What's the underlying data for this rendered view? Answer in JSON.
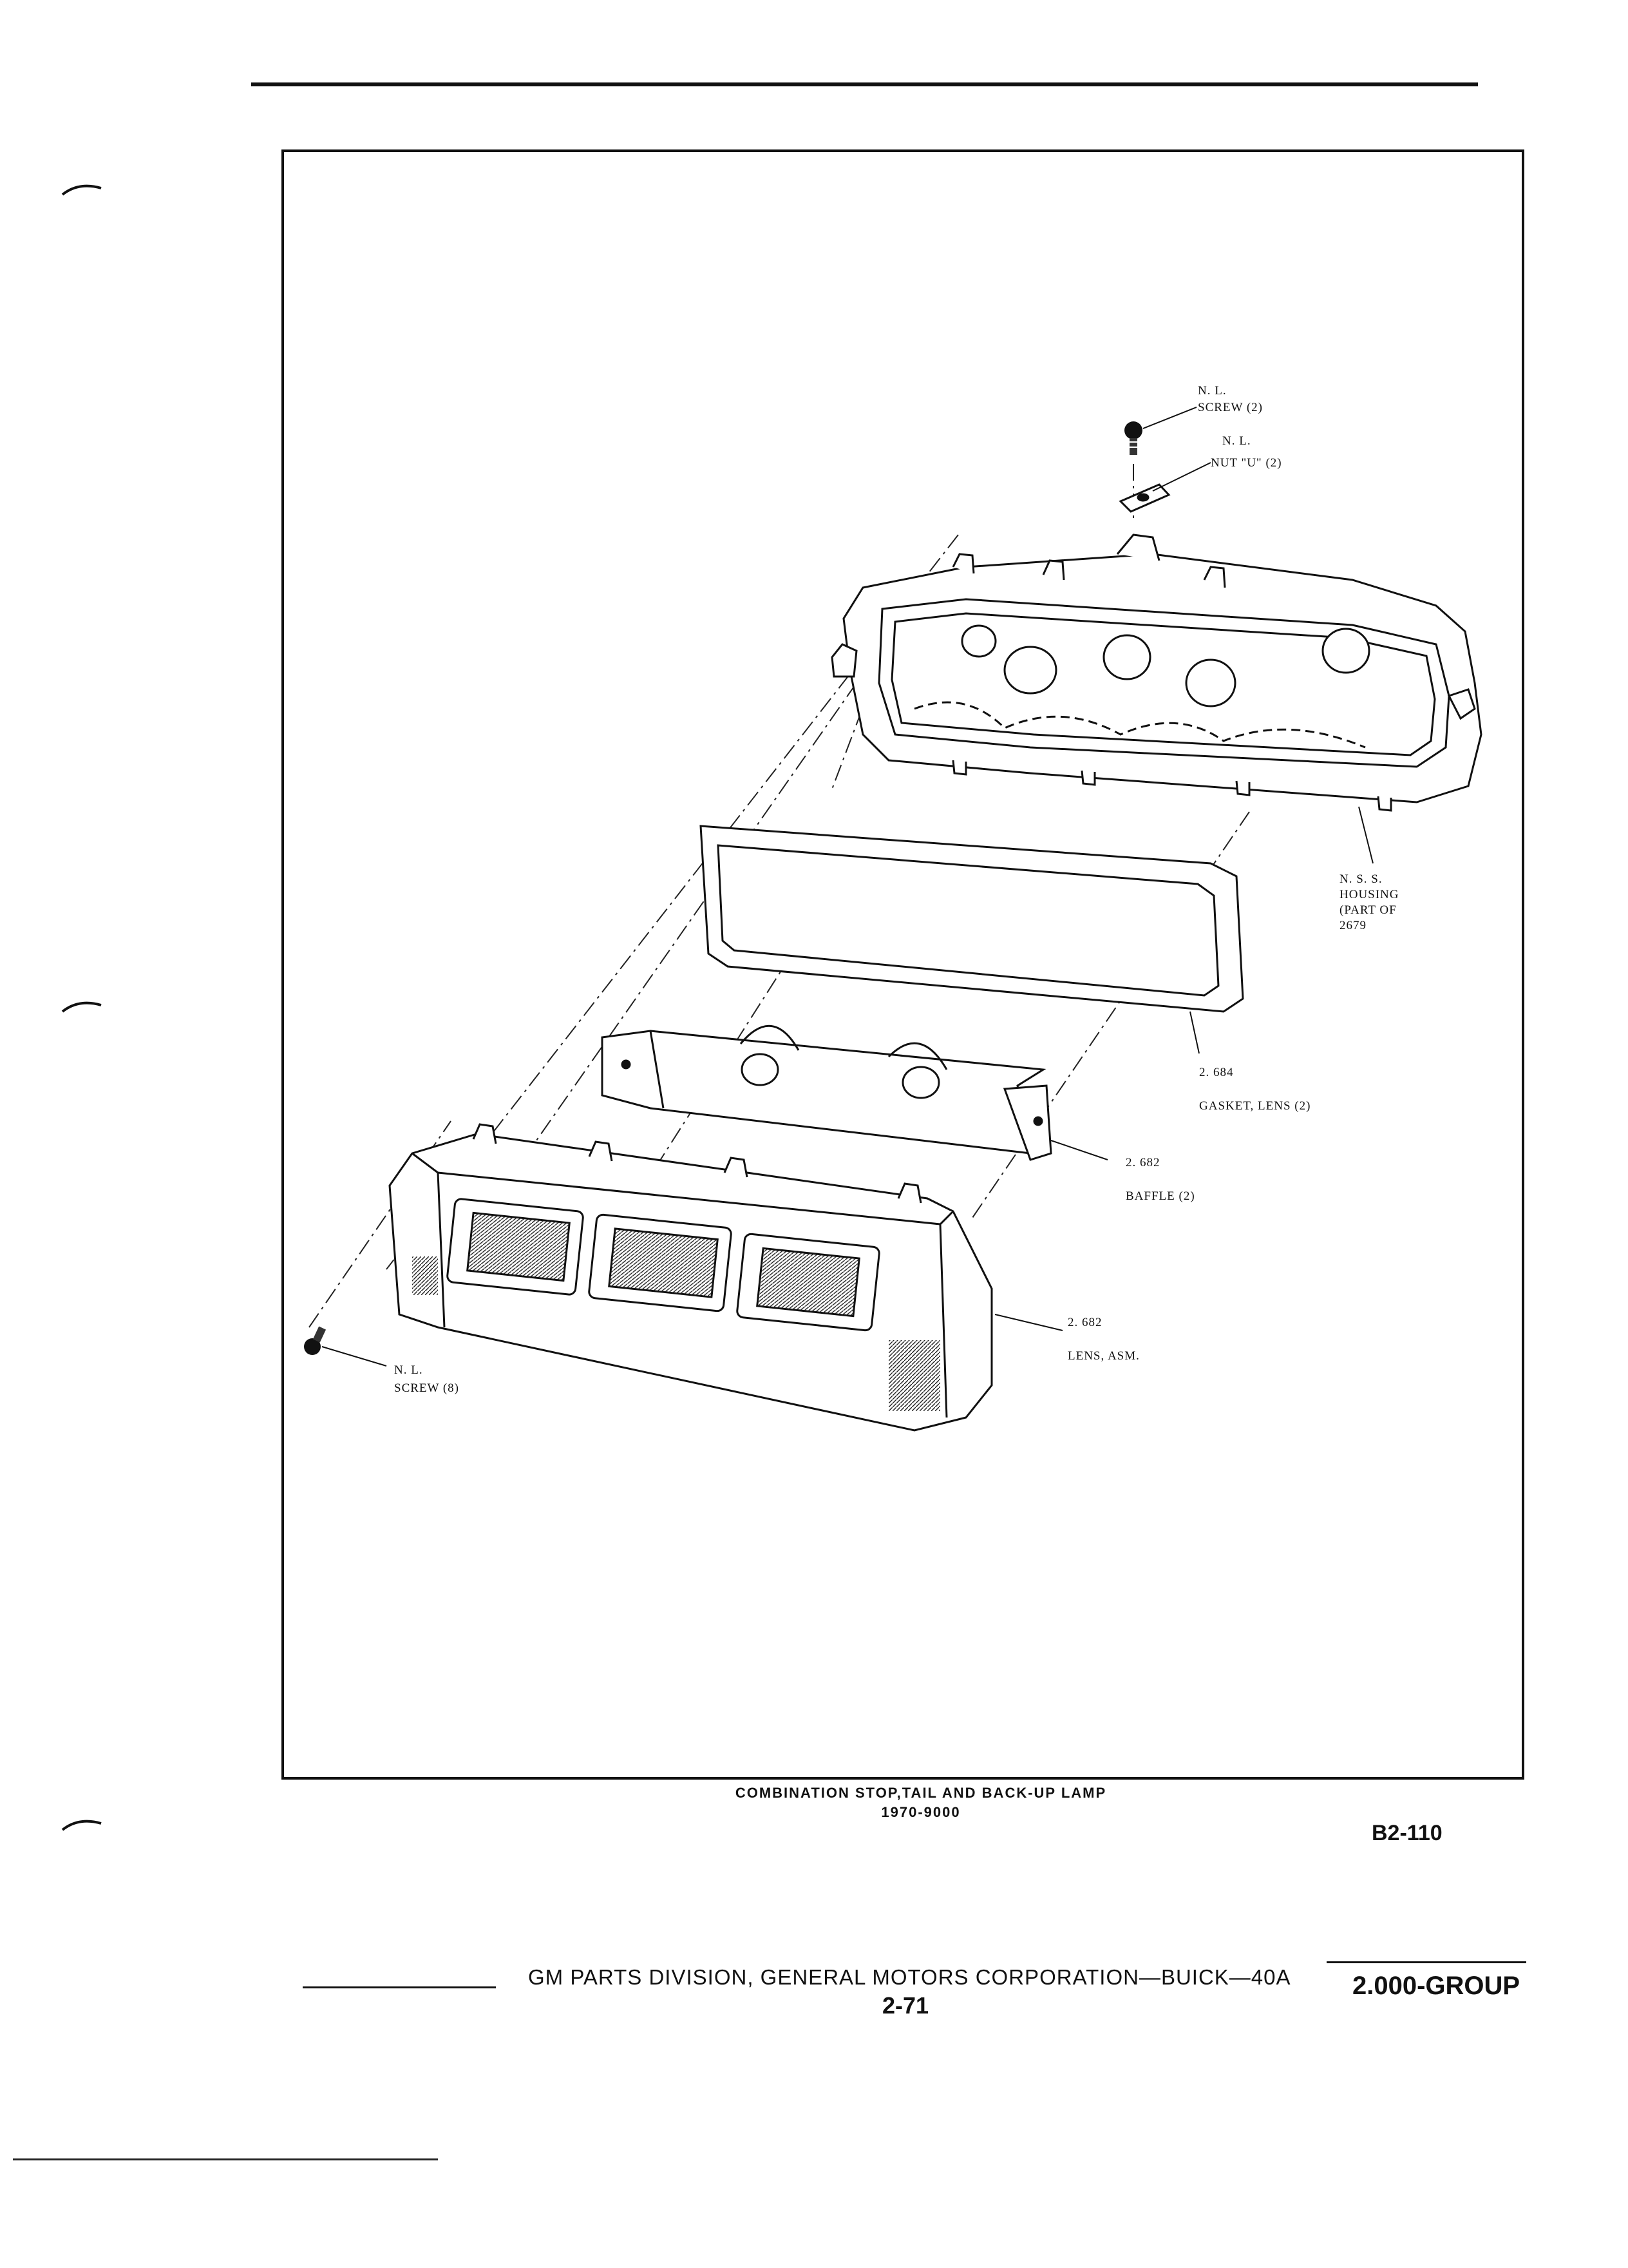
{
  "diagram": {
    "labels": {
      "screw_top_1": "N. L.",
      "screw_top_2": "SCREW (2)",
      "nut_1": "N. L.",
      "nut_2": "NUT \"U\" (2)",
      "housing_1": "N. S. S.",
      "housing_2": "HOUSING",
      "housing_3": "(PART OF",
      "housing_4": "2679",
      "gasket_1": "2. 684",
      "gasket_2": "GASKET, LENS (2)",
      "baffle_1": "2. 682",
      "baffle_2": "BAFFLE (2)",
      "lens_1": "2. 682",
      "lens_2": "LENS, ASM.",
      "screw_bottom_1": "N. L.",
      "screw_bottom_2": "SCREW (8)"
    }
  },
  "caption": {
    "title": "COMBINATION STOP,TAIL AND BACK-UP LAMP",
    "model": "1970-9000"
  },
  "plate_number": "B2-110",
  "footer": {
    "publisher": "GM PARTS DIVISION, GENERAL MOTORS CORPORATION—BUICK—40A",
    "page": "2-71",
    "group": "2.000-GROUP"
  }
}
